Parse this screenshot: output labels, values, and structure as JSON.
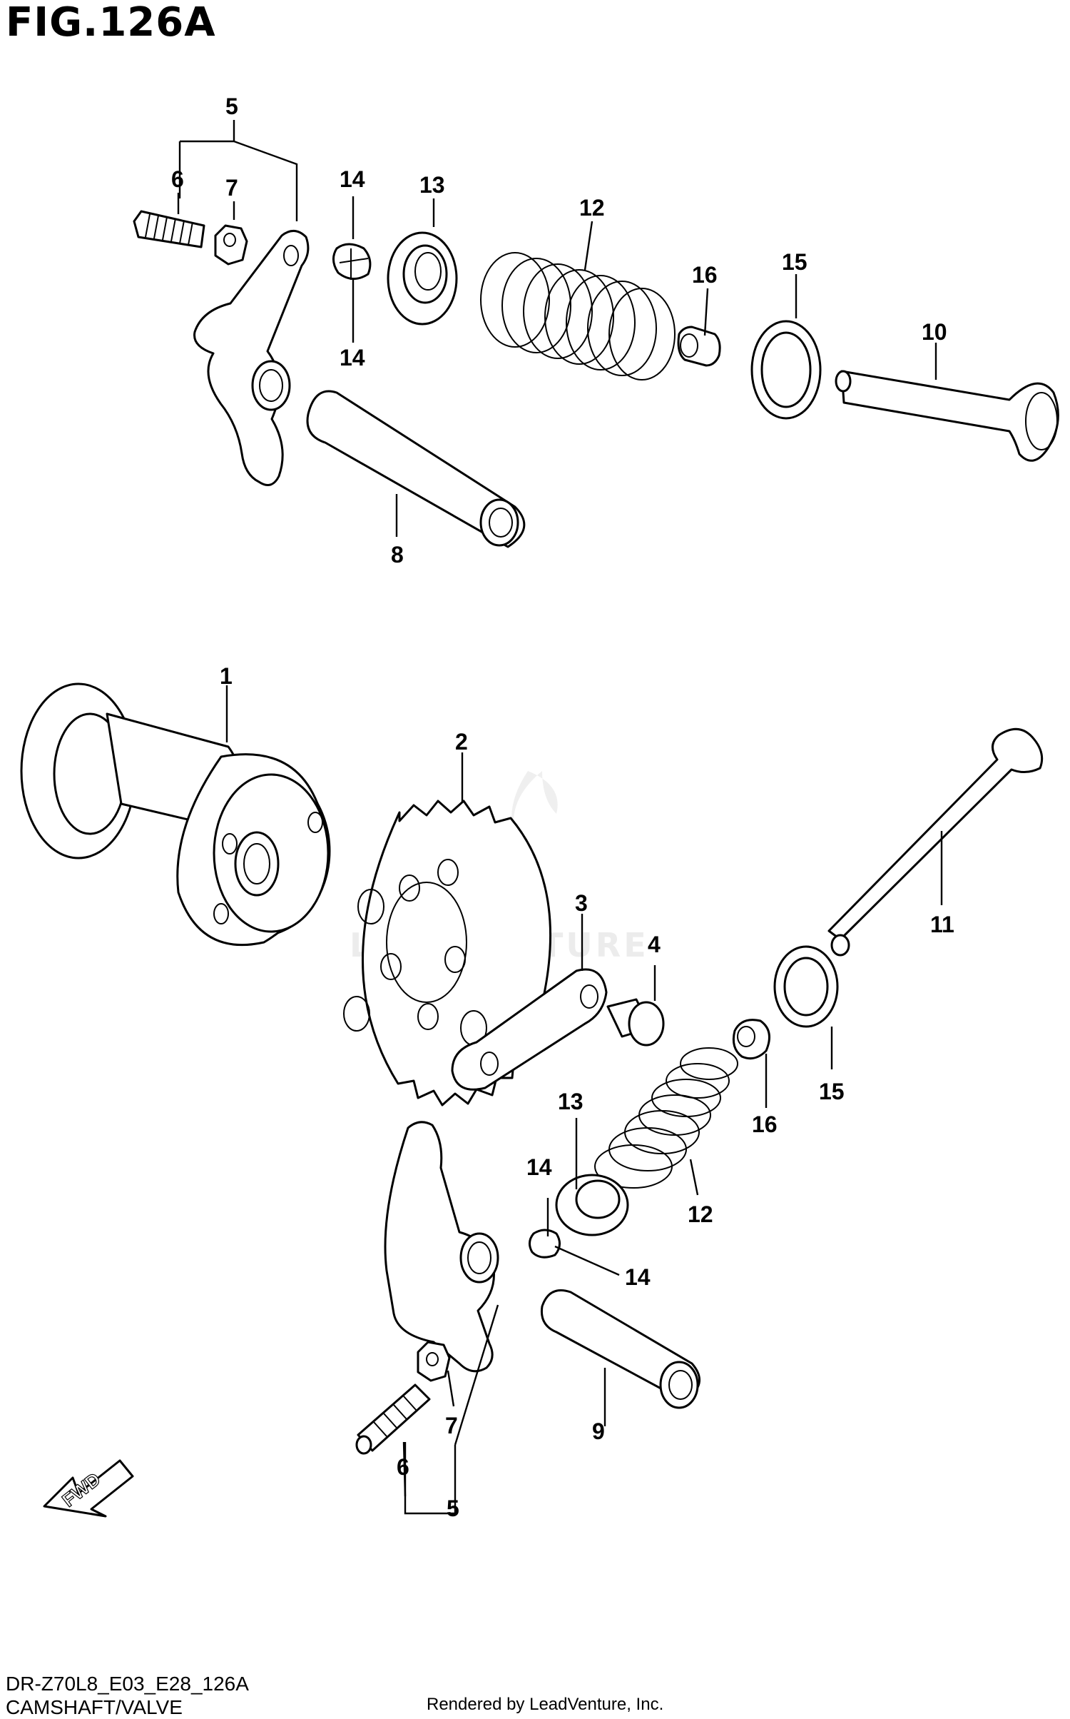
{
  "figure": {
    "title": "FIG.126A",
    "code": "DR-Z70L8_E03_E28_126A",
    "name": "CAMSHAFT/VALVE",
    "credit": "Rendered by LeadVenture, Inc.",
    "watermark": "LEADVENTURE"
  },
  "callouts": {
    "c1": "1",
    "c2": "2",
    "c3": "3",
    "c4": "4",
    "top_5": "5",
    "top_6": "6",
    "top_7": "7",
    "c8": "8",
    "c9": "9",
    "c10": "10",
    "c11": "11",
    "top_12": "12",
    "top_13": "13",
    "top_14a": "14",
    "top_14b": "14",
    "top_15": "15",
    "top_16": "16",
    "bot_12": "12",
    "bot_13": "13",
    "bot_14a": "14",
    "bot_14b": "14",
    "bot_15": "15",
    "bot_16": "16",
    "bot_5": "5",
    "bot_6": "6",
    "bot_7": "7"
  },
  "fwd_arrow": {
    "label": "FWD",
    "icon": "fwd-arrow-icon"
  }
}
